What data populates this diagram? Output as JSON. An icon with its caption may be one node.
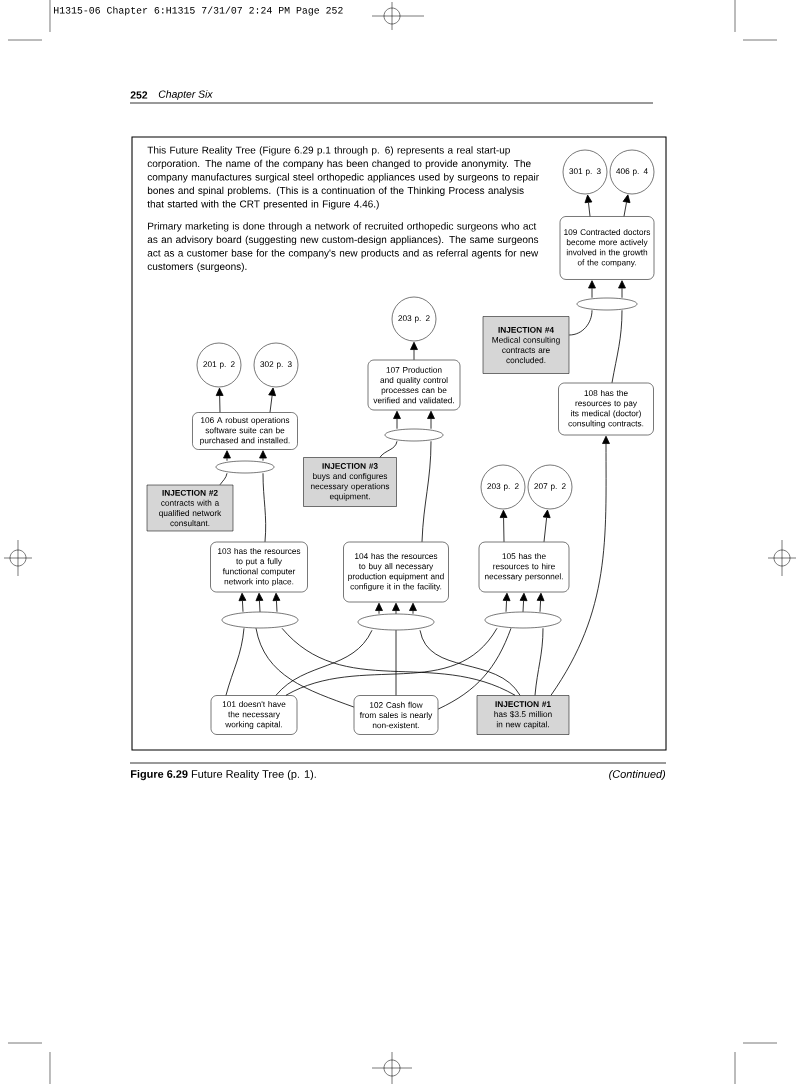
{
  "diagram": {
    "caption": "**Figure 6.29** Future Reality Tree (p. 1).",
    "nodes": [
      {
        "text": [
          "301 p. 3"
        ]
      },
      {
        "text": [
          "406 p. 4"
        ]
      },
      {
        "text": [
          "109 Contracted doctors become more actively involved in the growth of the company."
        ]
      },
      {
        "text": [],
        "shape": "ellipse"
      },
      {
        "text": [
          "INJECTION #4",
          "Medical consulting contracts are concluded."
        ]
      },
      {
        "text": [
          "203 p. 2"
        ]
      },
      {
        "text": [
          "201 p. 2"
        ]
      },
      {
        "text": [
          "302 p. 3"
        ]
      },
      {
        "text": [
          "107 Production and quality control processes can be verified and validated."
        ]
      },
      {
        "text": [],
        "shape": "ellipse"
      },
      {
        "text": [
          "108 has the resources to pay its medical (doctor) consulting contracts."
        ]
      },
      {
        "text": [
          "106 A robust operations software suite can be purchased and installed."
        ]
      },
      {
        "text": [],
        "shape": "ellipse"
      },
      {
        "text": [
          "INJECTION #3",
          "buys and configures necessary operations equipment."
        ]
      },
      {
        "text": [
          "203 p. 2"
        ]
      },
      {
        "text": [
          "207 p. 2"
        ]
      },
      {
        "text": [
          "INJECTION #2",
          "contracts with a qualified network consultant."
        ]
      },
      {
        "text": [
          "103 has the resources to put a fully functional computer network into place."
        ]
      },
      {
        "text": [
          "104 has the resources to buy all necessary production equipment and configure it in the facility."
        ]
      },
      {
        "text": [
          "105 has the resources to hire necessary personnel."
        ]
      },
      {
        "text": [],
        "shape": "ellipse"
      },
      {
        "text": [],
        "shape": "ellipse"
      },
      {
        "text": [],
        "shape": "ellipse"
      },
      {
        "text": [
          "101 doesn't have the necessary working capital."
        ]
      },
      {
        "text": [
          "102 Cash flow from sales is nearly non-existent."
        ]
      },
      {
        "text": [
          "INJECTION #1",
          "has $3.5 million in new capital."
        ]
      }
    ],
    "edges": [
      {
        "from": 2,
        "to": 0,
        "arrow": "to"
      },
      {
        "from": 2,
        "to": 1,
        "arrow": "to"
      },
      {
        "from": 3,
        "to": 2,
        "arrow": "to"
      },
      {
        "from": 3,
        "to": 2,
        "arrow": "to"
      },
      {
        "from": 4,
        "to": 3,
        "arrow": "none"
      },
      {
        "from": 10,
        "to": 3,
        "arrow": "none"
      },
      {
        "from": 8,
        "to": 5,
        "arrow": "to"
      },
      {
        "from": 9,
        "to": 8,
        "arrow": "to"
      },
      {
        "from": 9,
        "to": 8,
        "arrow": "to"
      },
      {
        "from": 13,
        "to": 9,
        "arrow": "none"
      },
      {
        "from": 18,
        "to": 9,
        "arrow": "none"
      },
      {
        "from": 11,
        "to": 6,
        "arrow": "to"
      },
      {
        "from": 11,
        "to": 7,
        "arrow": "to"
      },
      {
        "from": 12,
        "to": 11,
        "arrow": "to"
      },
      {
        "from": 12,
        "to": 11,
        "arrow": "to"
      },
      {
        "from": 16,
        "to": 12,
        "arrow": "none"
      },
      {
        "from": 17,
        "to": 12,
        "arrow": "none"
      },
      {
        "from": 19,
        "to": 14,
        "arrow": "to"
      },
      {
        "from": 19,
        "to": 15,
        "arrow": "to"
      },
      {
        "from": 25,
        "to": 10,
        "arrow": "to"
      },
      {
        "from": 20,
        "to": 17,
        "arrow": "to"
      },
      {
        "from": 20,
        "to": 17,
        "arrow": "to"
      },
      {
        "from": 20,
        "to": 17,
        "arrow": "to"
      },
      {
        "from": 21,
        "to": 18,
        "arrow": "to"
      },
      {
        "from": 21,
        "to": 18,
        "arrow": "to"
      },
      {
        "from": 21,
        "to": 18,
        "arrow": "to"
      },
      {
        "from": 22,
        "to": 19,
        "arrow": "to"
      },
      {
        "from": 22,
        "to": 19,
        "arrow": "to"
      },
      {
        "from": 22,
        "to": 19,
        "arrow": "to"
      },
      {
        "from": 23,
        "to": 20,
        "arrow": "none"
      },
      {
        "from": 24,
        "to": 20,
        "arrow": "none"
      },
      {
        "from": 25,
        "to": 20,
        "arrow": "none"
      },
      {
        "from": 23,
        "to": 21,
        "arrow": "none"
      },
      {
        "from": 24,
        "to": 21,
        "arrow": "none"
      },
      {
        "from": 25,
        "to": 21,
        "arrow": "none"
      },
      {
        "from": 23,
        "to": 22,
        "arrow": "none"
      },
      {
        "from": 24,
        "to": 22,
        "arrow": "none"
      },
      {
        "from": 25,
        "to": 22,
        "arrow": "none"
      }
    ],
    "labels": [
      "H1315-06 Chapter 6:H1315  7/31/07  2:24 PM  Page 252",
      "252",
      "Chapter Six",
      "This Future Reality Tree (Figure 6.29 p.1 through p. 6) represents a real start-up corporation. The name of the company has been changed to provide anonymity. The company manufactures surgical steel orthopedic appliances used by surgeons to repair bones and spinal problems. (This is a continuation of the Thinking Process analysis that started with the CRT presented in Figure 4.46.)",
      "Primary marketing is done through a network of recruited orthopedic surgeons who act as an advisory board (suggesting new custom-design appliances). The same surgeons act as a customer base for the company's new products and as referral agents for new customers (surgeons).",
      "(Continued)"
    ]
  }
}
